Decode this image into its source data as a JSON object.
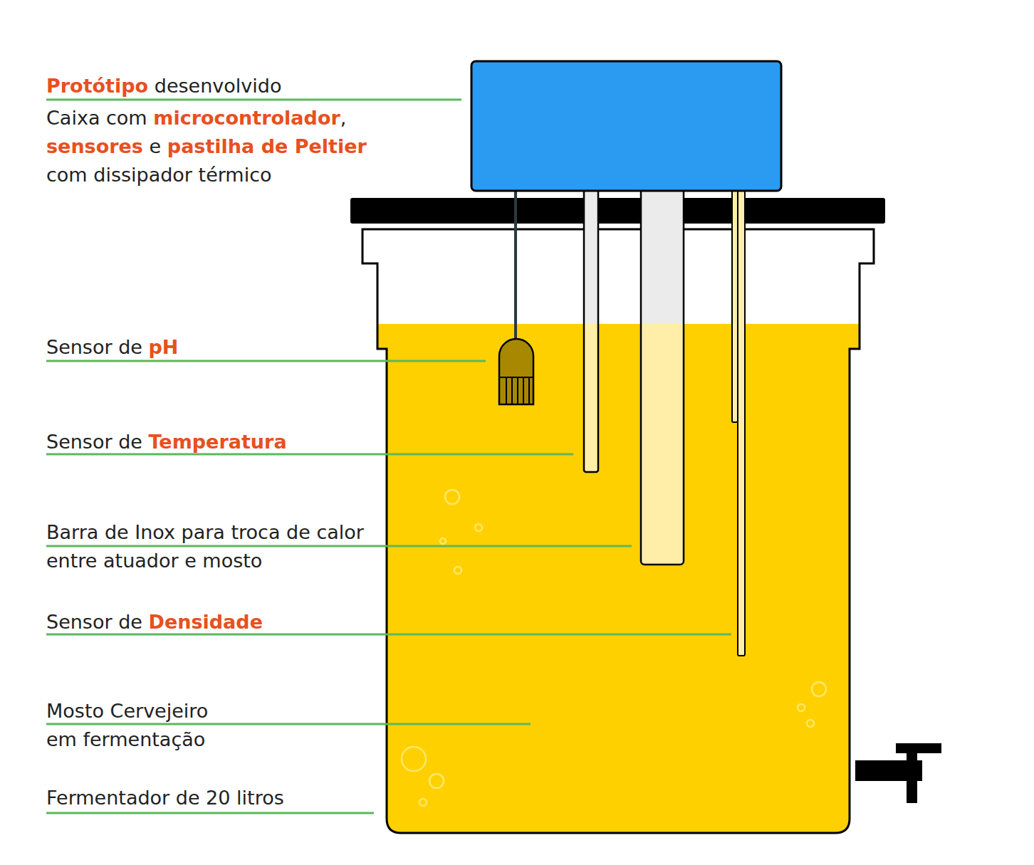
{
  "diagram": {
    "labels": [
      "Protótipo",
      "desenvolvido",
      "Caixa com",
      "microcontrolador",
      ",",
      "sensores",
      "e",
      "pastilha de Peltier",
      "com dissipador térmico",
      "Sensor de",
      "pH",
      "Sensor de",
      "Temperatura",
      "Barra de Inox para troca de calor entre atuador e mosto",
      "Sensor de",
      "Densidade",
      "Mosto Cervejeiro em fermentação",
      "Fermentador de 20 litros"
    ]
  }
}
